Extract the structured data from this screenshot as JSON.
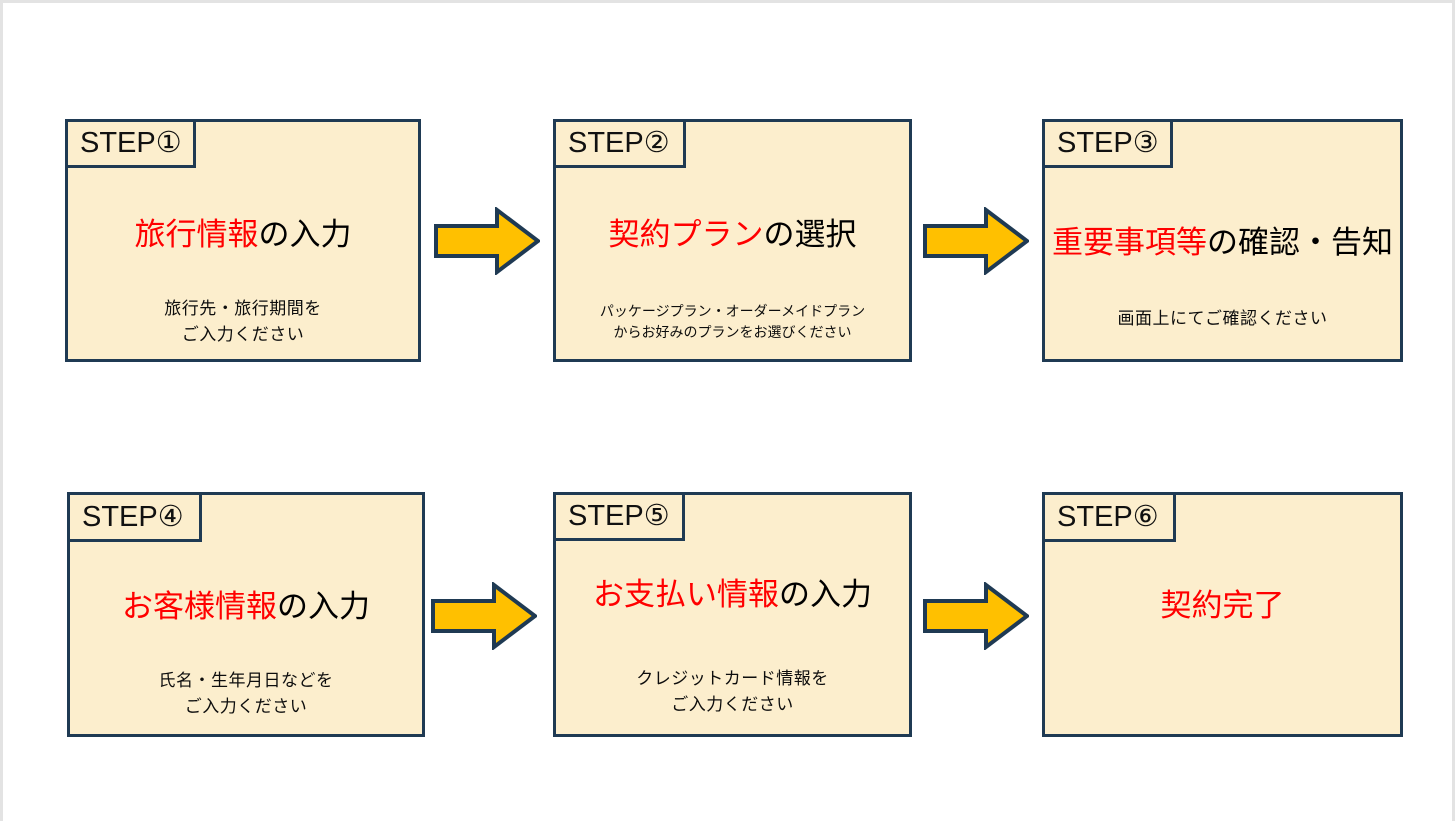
{
  "canvas": {
    "background": "#ffffff",
    "frame_border_color": "#e3e3e3"
  },
  "theme": {
    "card_fill": "#fceecd",
    "card_border": "#1f3a53",
    "accent_red": "#ff0000",
    "arrow_fill": "#ffc000",
    "arrow_border": "#1f3a53",
    "text_color": "#000000"
  },
  "diagram": {
    "type": "process-flow",
    "rows": 2,
    "columns": 3,
    "direction": "left-to-right",
    "steps": [
      {
        "badge": "STEP①",
        "title_highlight": "旅行情報",
        "title_rest": "の入力",
        "subtitle": "旅行先・旅行期間を\nご入力ください",
        "subtitle_size": "normal"
      },
      {
        "badge": "STEP②",
        "title_highlight": "契約プラン",
        "title_rest": "の選択",
        "subtitle": "パッケージプラン・オーダーメイドプラン\nからお好みのプランをお選びください",
        "subtitle_size": "small"
      },
      {
        "badge": "STEP③",
        "title_highlight": "重要事項等",
        "title_rest": "の確認・告知",
        "subtitle": "画面上にてご確認ください",
        "subtitle_size": "normal"
      },
      {
        "badge": "STEP④",
        "title_highlight": "お客様情報",
        "title_rest": "の入力",
        "subtitle": "氏名・生年月日などを\nご入力ください",
        "subtitle_size": "normal"
      },
      {
        "badge": "STEP⑤",
        "title_highlight": "お支払い情報",
        "title_rest": "の入力",
        "subtitle": "クレジットカード情報を\nご入力ください",
        "subtitle_size": "normal"
      },
      {
        "badge": "STEP⑥",
        "title_highlight": "契約完了",
        "title_rest": "",
        "subtitle": "",
        "subtitle_size": "normal"
      }
    ],
    "connectors": [
      {
        "name": "arrow-step1-step2",
        "icon": "right-block-arrow-icon"
      },
      {
        "name": "arrow-step2-step3",
        "icon": "right-block-arrow-icon"
      },
      {
        "name": "arrow-step4-step5",
        "icon": "right-block-arrow-icon"
      },
      {
        "name": "arrow-step5-step6",
        "icon": "right-block-arrow-icon"
      }
    ]
  }
}
